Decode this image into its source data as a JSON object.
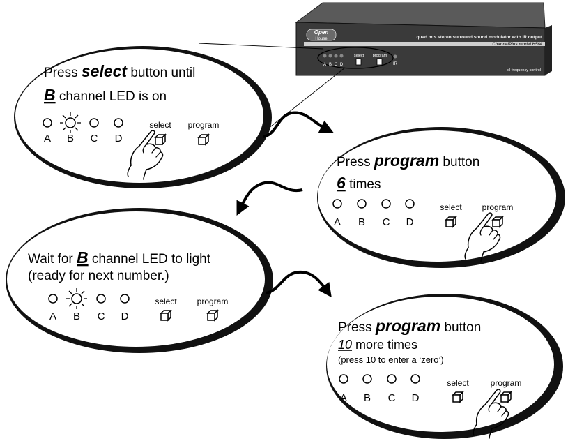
{
  "device": {
    "logo_top": "Open",
    "logo_bottom": "House",
    "title": "quad mts stereo surround sound modulator with IR output",
    "model": "ChannelPlus model H564",
    "led_labels": [
      "A",
      "B",
      "C",
      "D"
    ],
    "select_label": "select",
    "program_label": "program",
    "ir_label": "IR",
    "footer": "pll frequency control"
  },
  "step1": {
    "line1_pre": "Press ",
    "line1_em": "select",
    "line1_post": " button until",
    "line2_em": "B",
    "line2_post": " channel LED is on",
    "leds": [
      "A",
      "B",
      "C",
      "D"
    ],
    "select": "select",
    "program": "program"
  },
  "step2": {
    "line1_pre": "Press ",
    "line1_em": "program",
    "line1_post": " button",
    "line2_em": "6",
    "line2_post": " times",
    "leds": [
      "A",
      "B",
      "C",
      "D"
    ],
    "select": "select",
    "program": "program"
  },
  "step3": {
    "line1_pre": "Wait for ",
    "line1_em": "B",
    "line1_post": " channel LED to light",
    "line2": "(ready for next number.)",
    "leds": [
      "A",
      "B",
      "C",
      "D"
    ],
    "select": "select",
    "program": "program"
  },
  "step4": {
    "line1_pre": "Press ",
    "line1_em": "program",
    "line1_post": " button",
    "line2_em": "10",
    "line2_post": " more times",
    "line3": "(press 10 to enter a ‘zero’)",
    "leds": [
      "A",
      "B",
      "C",
      "D"
    ],
    "select": "select",
    "program": "program"
  }
}
